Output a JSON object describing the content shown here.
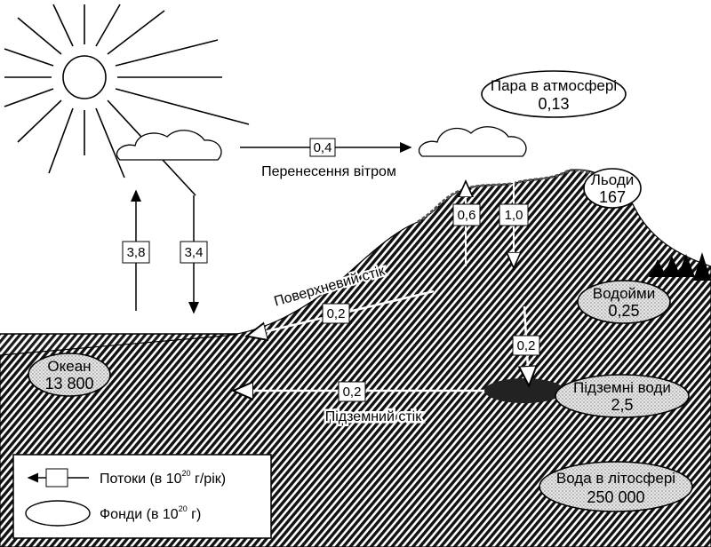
{
  "pools": {
    "vapor": {
      "name": "Пара в атмосфері",
      "value": "0,13"
    },
    "ice": {
      "name": "Льоди",
      "value": "167"
    },
    "lakes": {
      "name": "Водойми",
      "value": "0,25"
    },
    "ocean": {
      "name": "Океан",
      "value": "13 800"
    },
    "ground": {
      "name": "Підземні води",
      "value": "2,5"
    },
    "litho": {
      "name": "Вода в літосфері",
      "value": "250 000"
    }
  },
  "flows": {
    "wind": {
      "value": "0,4",
      "label": "Перенесення вітром"
    },
    "ocean_evap": {
      "value": "3,8"
    },
    "ocean_rain": {
      "value": "3,4"
    },
    "land_evap": {
      "value": "0,6"
    },
    "land_rain": {
      "value": "1,0"
    },
    "surface": {
      "value": "0,2",
      "label": "Поверхневий стік"
    },
    "infiltration": {
      "value": "0,2"
    },
    "underground": {
      "value": "0,2",
      "label": "Підземний стік"
    }
  },
  "legend": {
    "flows_label": "Потоки (в 10",
    "flows_sup": "20",
    "flows_unit": " г/рік)",
    "pools_label": "Фонди (в 10",
    "pools_sup": "20",
    "pools_unit": " г)"
  }
}
